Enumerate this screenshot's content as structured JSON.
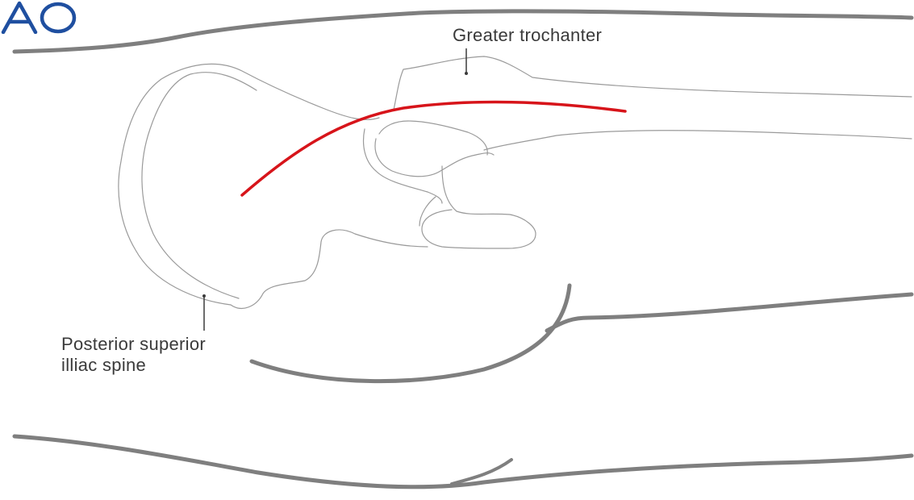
{
  "labels": {
    "greater_trochanter": "Greater trochanter",
    "psis_line1": "Posterior superior",
    "psis_line2": "illiac spine"
  },
  "logo": {
    "text": "AO",
    "color": "#1f4fa0"
  },
  "colors": {
    "body_outline": "#7f7f7f",
    "bone_outline": "#9a9a9a",
    "incision": "#d7141a",
    "label_text": "#3a3a3a"
  }
}
